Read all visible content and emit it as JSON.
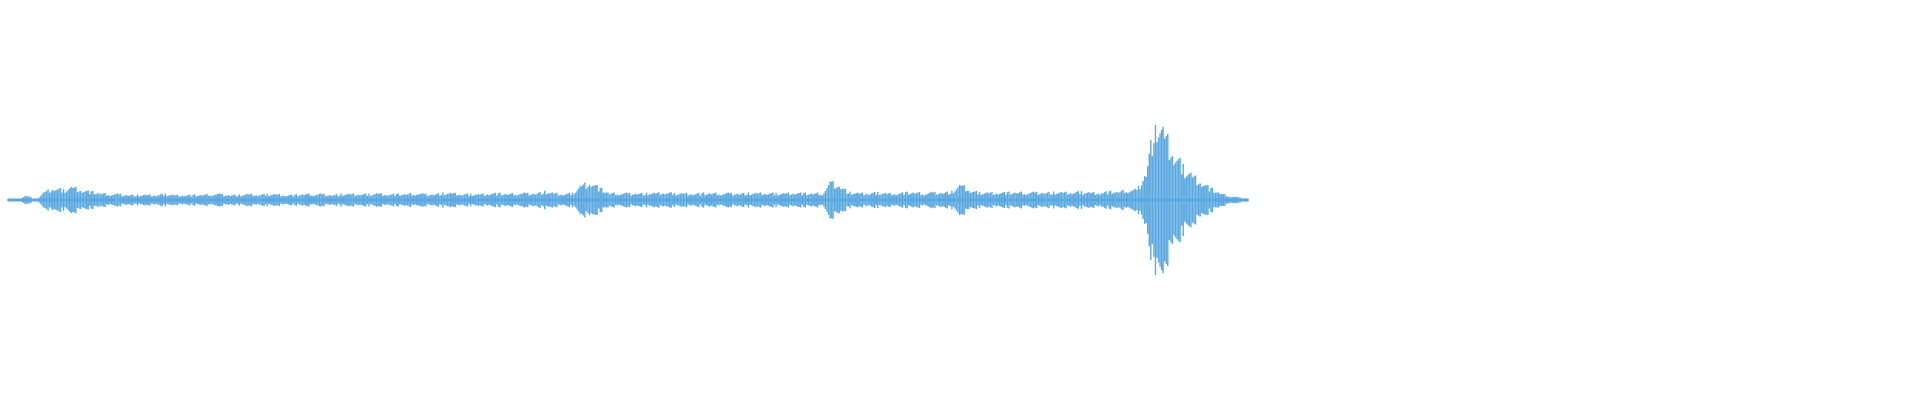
{
  "waveform": {
    "color": "#5aa8e0",
    "background": "#ffffff",
    "played_fraction": 0.0,
    "audio_end_fraction": 0.65,
    "peaks": [
      0.02,
      0.0,
      0.06,
      0.0,
      0.1,
      0.14,
      0.12,
      0.16,
      0.12,
      0.1,
      0.08,
      0.07,
      0.07,
      0.06,
      0.06,
      0.06,
      0.06,
      0.07,
      0.06,
      0.06,
      0.06,
      0.06,
      0.07,
      0.07,
      0.06,
      0.06,
      0.07,
      0.06,
      0.07,
      0.07,
      0.06,
      0.06,
      0.07,
      0.07,
      0.07,
      0.06,
      0.07,
      0.07,
      0.07,
      0.07,
      0.08,
      0.07,
      0.07,
      0.07,
      0.08,
      0.07,
      0.07,
      0.08,
      0.08,
      0.07,
      0.07,
      0.07,
      0.08,
      0.08,
      0.07,
      0.08,
      0.08,
      0.08,
      0.1,
      0.08,
      0.07,
      0.08,
      0.18,
      0.22,
      0.14,
      0.08,
      0.08,
      0.08,
      0.08,
      0.08,
      0.08,
      0.09,
      0.08,
      0.08,
      0.08,
      0.08,
      0.08,
      0.08,
      0.08,
      0.08,
      0.08,
      0.08,
      0.08,
      0.08,
      0.08,
      0.09,
      0.08,
      0.08,
      0.08,
      0.22,
      0.16,
      0.09,
      0.08,
      0.08,
      0.09,
      0.08,
      0.08,
      0.09,
      0.09,
      0.08,
      0.09,
      0.09,
      0.1,
      0.18,
      0.11,
      0.09,
      0.09,
      0.09,
      0.09,
      0.09,
      0.09,
      0.09,
      0.09,
      0.09,
      0.09,
      0.09,
      0.1,
      0.09,
      0.09,
      0.1,
      0.1,
      0.12,
      0.12,
      0.34,
      1.0,
      0.78,
      0.55,
      0.4,
      0.3,
      0.22,
      0.14,
      0.08,
      0.05,
      0.03,
      0.02
    ]
  }
}
